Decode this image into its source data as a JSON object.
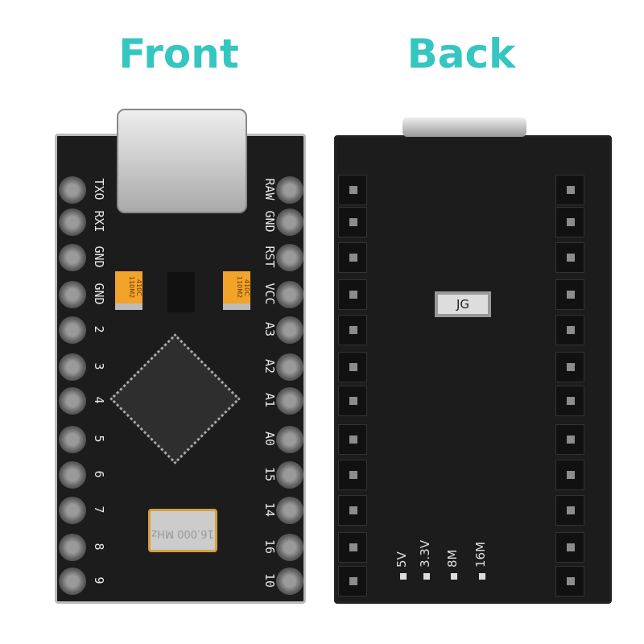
{
  "titles": {
    "front": "Front",
    "back": "Back"
  },
  "front": {
    "left_pins": [
      "TXO",
      "RXI",
      "GND",
      "GND",
      "2",
      "3",
      "4",
      "5",
      "6",
      "7",
      "8",
      "9"
    ],
    "right_pins": [
      "RAW",
      "GND",
      "RST",
      "VCC",
      "A3",
      "A2",
      "A1",
      "A0",
      "15",
      "14",
      "16",
      "10"
    ],
    "capacitor_marking": "410C 110M2",
    "crystal_marking": "16.000 MHz"
  },
  "back": {
    "chip_label": "JG",
    "jumpers": [
      "5V",
      "3.3V",
      "8M",
      "16M"
    ]
  },
  "colors": {
    "title": "#36c6c1",
    "pcb": "#1c1c1c",
    "capacitor": "#f2a32a"
  }
}
